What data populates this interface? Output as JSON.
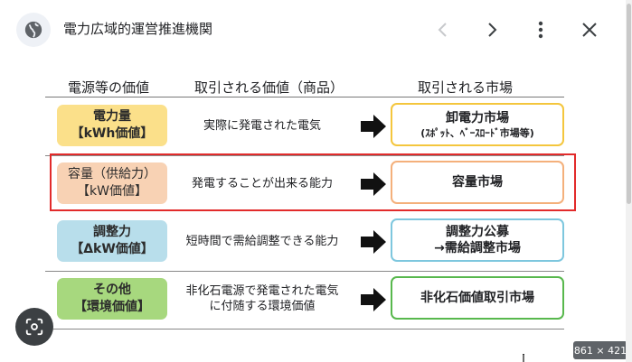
{
  "header": {
    "title": "電力広域的運営推進機関",
    "icons": {
      "site": "globe-icon",
      "prev": "chevron-left-icon",
      "next": "chevron-right-icon",
      "more": "more-vert-icon",
      "close": "close-icon"
    }
  },
  "diagram": {
    "columns": [
      "電源等の価値",
      "取引される価値（商品）",
      "取引される市場"
    ],
    "rows": [
      {
        "label_line1": "電力量",
        "label_line2": "【kWh価値】",
        "desc_line1": "実際に発電された電気",
        "desc_line2": "",
        "market_line1": "卸電力市場",
        "market_line2": "(ｽﾎﾟｯﾄ、ﾍﾞｰｽﾛｰﾄﾞ市場等)"
      },
      {
        "label_line1": "容量（供給力）",
        "label_line2": "【kW価値】",
        "desc_line1": "発電することが出来る能力",
        "desc_line2": "",
        "market_line1": "容量市場",
        "market_line2": ""
      },
      {
        "label_line1": "調整力",
        "label_line2": "【ΔkW価値】",
        "desc_line1": "短時間で需給調整できる能力",
        "desc_line2": "",
        "market_line1": "調整力公募",
        "market_line2": "→需給調整市場"
      },
      {
        "label_line1": "その他",
        "label_line2": "【環境価値】",
        "desc_line1": "非化石電源で発電された電気",
        "desc_line2": "に付随する環境価値",
        "market_line1": "非化石価値取引市場",
        "market_line2": ""
      }
    ]
  },
  "image_dimensions": "861 × 421",
  "colors": {
    "highlight": "#e22b2b",
    "kwh": "#fbe08a",
    "kw": "#f8d2b4",
    "delta_kw": "#b8deeb",
    "environment": "#a7d87e"
  },
  "lens_icon": "lens-search-icon"
}
